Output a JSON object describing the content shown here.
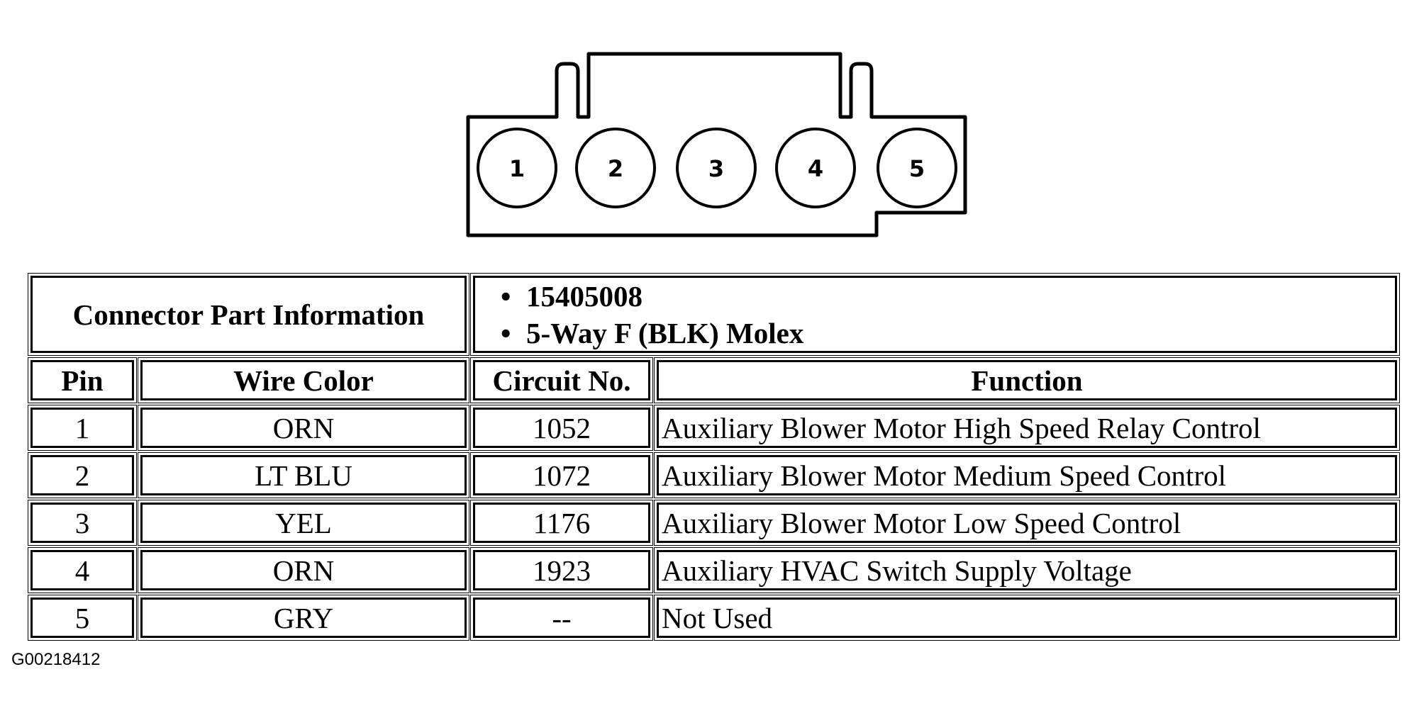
{
  "connector": {
    "pins": [
      "1",
      "2",
      "3",
      "4",
      "5"
    ]
  },
  "part_info": {
    "label": "Connector Part Information",
    "items": [
      "15405008",
      "5-Way F (BLK) Molex"
    ]
  },
  "table": {
    "headers": {
      "pin": "Pin",
      "wire_color": "Wire Color",
      "circuit_no": "Circuit No.",
      "function": "Function"
    },
    "rows": [
      {
        "pin": "1",
        "wire_color": "ORN",
        "circuit_no": "1052",
        "function": "Auxiliary Blower Motor High Speed Relay Control"
      },
      {
        "pin": "2",
        "wire_color": "LT BLU",
        "circuit_no": "1072",
        "function": "Auxiliary Blower Motor Medium Speed Control"
      },
      {
        "pin": "3",
        "wire_color": "YEL",
        "circuit_no": "1176",
        "function": "Auxiliary Blower Motor Low Speed Control"
      },
      {
        "pin": "4",
        "wire_color": "ORN",
        "circuit_no": "1923",
        "function": "Auxiliary HVAC Switch Supply Voltage"
      },
      {
        "pin": "5",
        "wire_color": "GRY",
        "circuit_no": "--",
        "function": "Not Used"
      }
    ]
  },
  "figure_id": "G00218412"
}
